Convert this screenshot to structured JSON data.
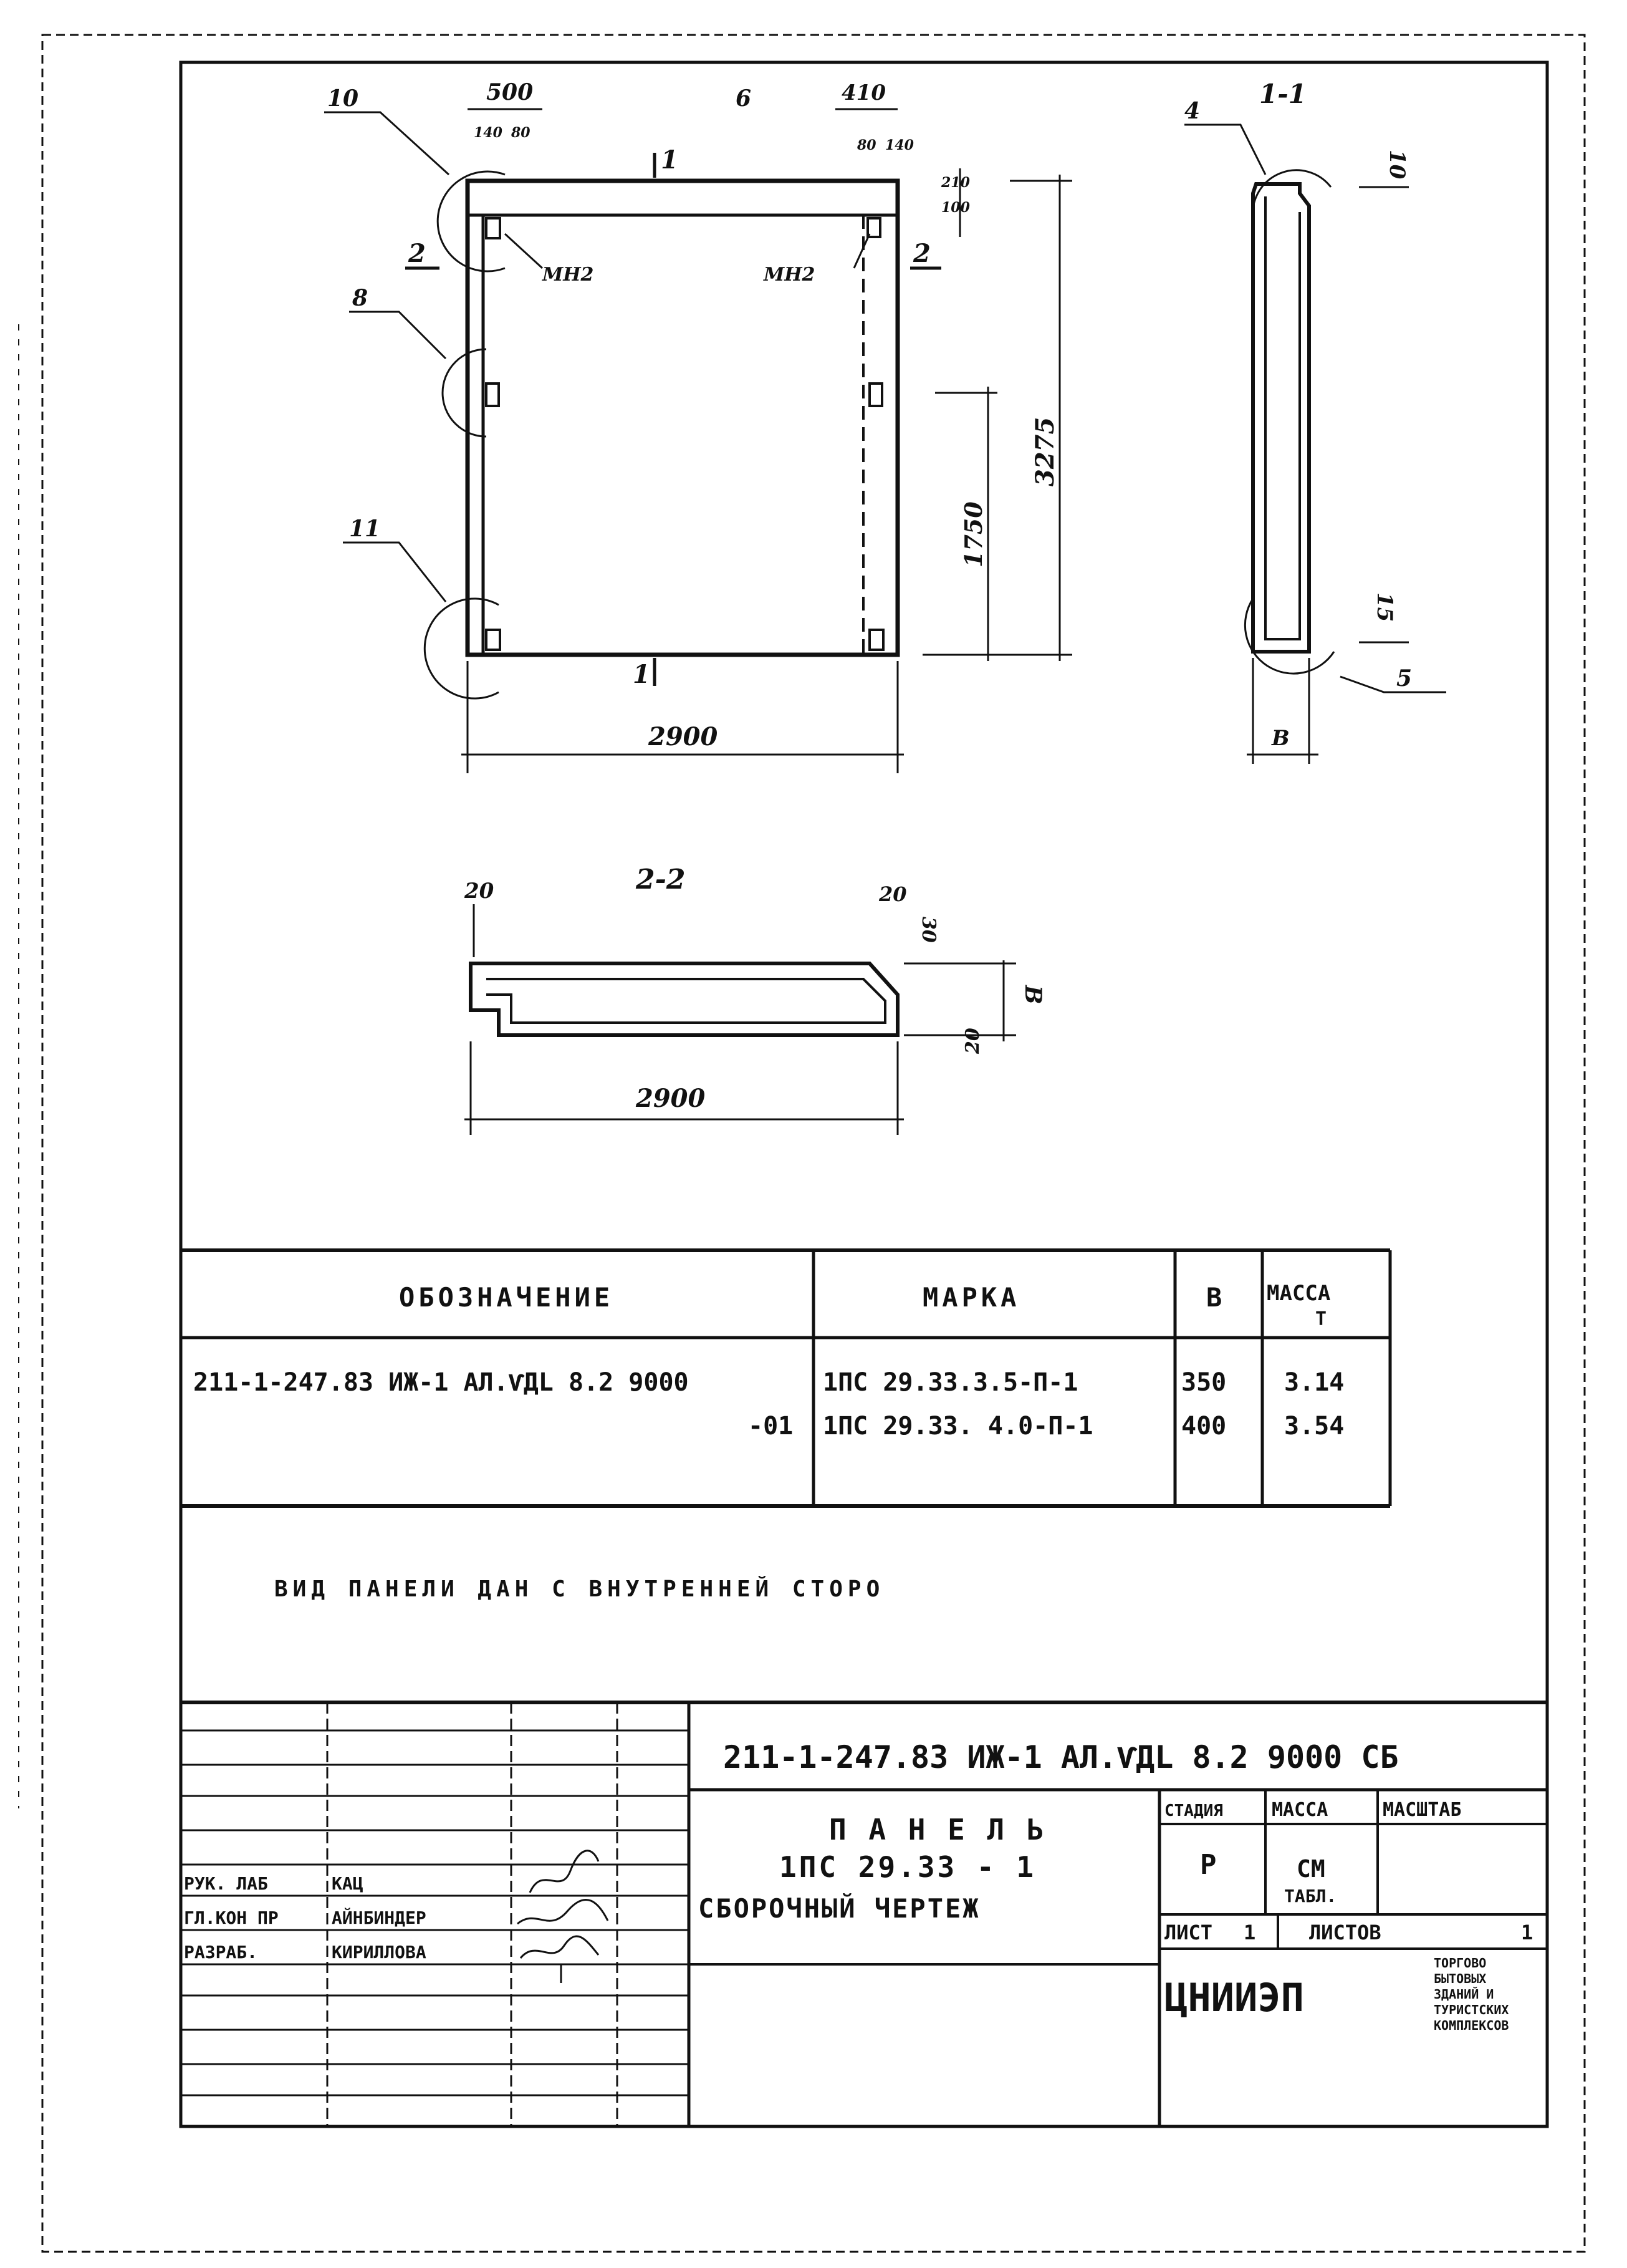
{
  "drawing": {
    "top_labels": {
      "c1": "10",
      "c2": "500",
      "c3": "6",
      "c4": "410"
    },
    "top_small": {
      "a": "140",
      "b": "80",
      "c": "80",
      "d": "140"
    },
    "side_top_small": {
      "a": "100",
      "b": "210"
    },
    "section_marks": {
      "top": "1",
      "bottom": "1",
      "left": "2",
      "right": "2"
    },
    "callouts": {
      "c8": "8",
      "c11": "11",
      "c4": "4",
      "c5": "5"
    },
    "lug_labels": {
      "left": "МН2",
      "right": "МН2"
    },
    "dims": {
      "width": "2900",
      "height_total": "3275",
      "height_mid": "1750",
      "section_1_title": "1-1",
      "section_1_top": "10",
      "section_1_bottom": "15",
      "section_1_width": "В",
      "section_2_title": "2-2",
      "section_2_left": "20",
      "section_2_right": "20",
      "section_2_right_v": "30",
      "section_2_bottom": "20",
      "section_2_b": "В",
      "section_2_width": "2900"
    }
  },
  "spec_table": {
    "headers": {
      "designation": "ОБОЗНАЧЕНИЕ",
      "mark": "МАРКА",
      "b": "В",
      "mass": "МАССА",
      "mass_unit": "Т"
    },
    "rows": [
      {
        "designation": "211-1-247.83 ИЖ-1 АЛ.ѴДL 8.2 9000",
        "mark": "1ПС 29.33.3.5-П-1",
        "b": "350",
        "mass": "3.14"
      },
      {
        "designation": "-01",
        "mark": "1ПС 29.33. 4.0-П-1",
        "b": "400",
        "mass": "3.54"
      }
    ]
  },
  "note": "ВИД ПАНЕЛИ ДАН С ВНУТРЕННЕЙ СТОРО",
  "title_block": {
    "code": "211-1-247.83 ИЖ-1 АЛ.ѴДL 8.2  9000 СБ",
    "title_line1": "П А Н Е Л Ь",
    "title_line2": "1ПС 29.33 - 1",
    "title_line3": "СБОРОЧНЫЙ ЧЕРТЕЖ",
    "stage_header": "СТАДИЯ",
    "mass_header": "МАССА",
    "scale_header": "МАСШТАБ",
    "stage_value": "Р",
    "mass_value": "СМ",
    "mass_value2": "ТАБЛ.",
    "sheet_label": "ЛИСТ",
    "sheet_value": "1",
    "sheets_label": "ЛИСТОВ",
    "sheets_value": "1",
    "org": "ЦНИИЭП",
    "org_sub": [
      "ТОРГОВО",
      "БЫТОВЫХ",
      "ЗДАНИЙ И",
      "ТУРИСТСКИХ",
      "КОМПЛЕКСОВ"
    ],
    "roles": [
      {
        "role": "РУК. ЛАБ",
        "name": "КАЦ"
      },
      {
        "role": "ГЛ.КОН ПР",
        "name": "АЙНБИНДЕР"
      },
      {
        "role": "РАЗРАБ.",
        "name": "КИРИЛЛОВА"
      }
    ]
  }
}
